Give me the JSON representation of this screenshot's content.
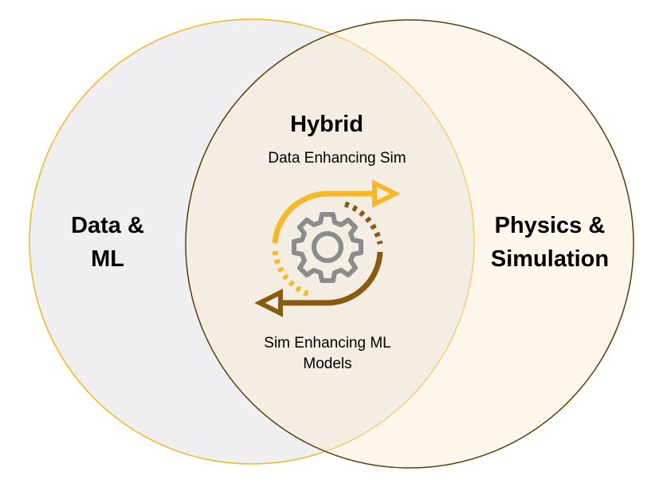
{
  "circles": {
    "left": {
      "title_line1": "Data &",
      "title_line2": "ML",
      "fill": "#efeff1",
      "stroke": "#f2b61e"
    },
    "right": {
      "title_line1": "Physics &",
      "title_line2": "Simulation",
      "fill": "#fcf7ec",
      "stroke": "#5a3d0c"
    }
  },
  "hybrid": {
    "title": "Hybrid",
    "top_caption": "Data Enhancing Sim",
    "bottom_caption_line1": "Sim Enhancing ML",
    "bottom_caption_line2": "Models"
  },
  "icon_colors": {
    "yellow": "#f6b824",
    "brown": "#8a5a10",
    "gear": "#8c8c8c"
  }
}
